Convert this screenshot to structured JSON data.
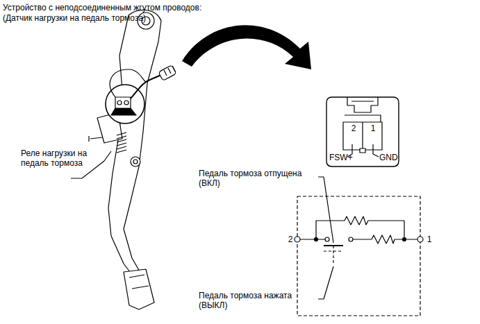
{
  "diagram": {
    "title": "Устройство с неподсоединенным жгутом проводов: (Датчик нагрузки на педаль тормоза)",
    "labels": [
      "Реле нагрузки на педаль тормоза",
      "2",
      "1",
      "FSW+",
      "GND",
      "Педаль тормоза отпущена (ВКЛ)",
      "2",
      "1",
      "Педаль тормоза нажата (ВЫКЛ)"
    ]
  }
}
